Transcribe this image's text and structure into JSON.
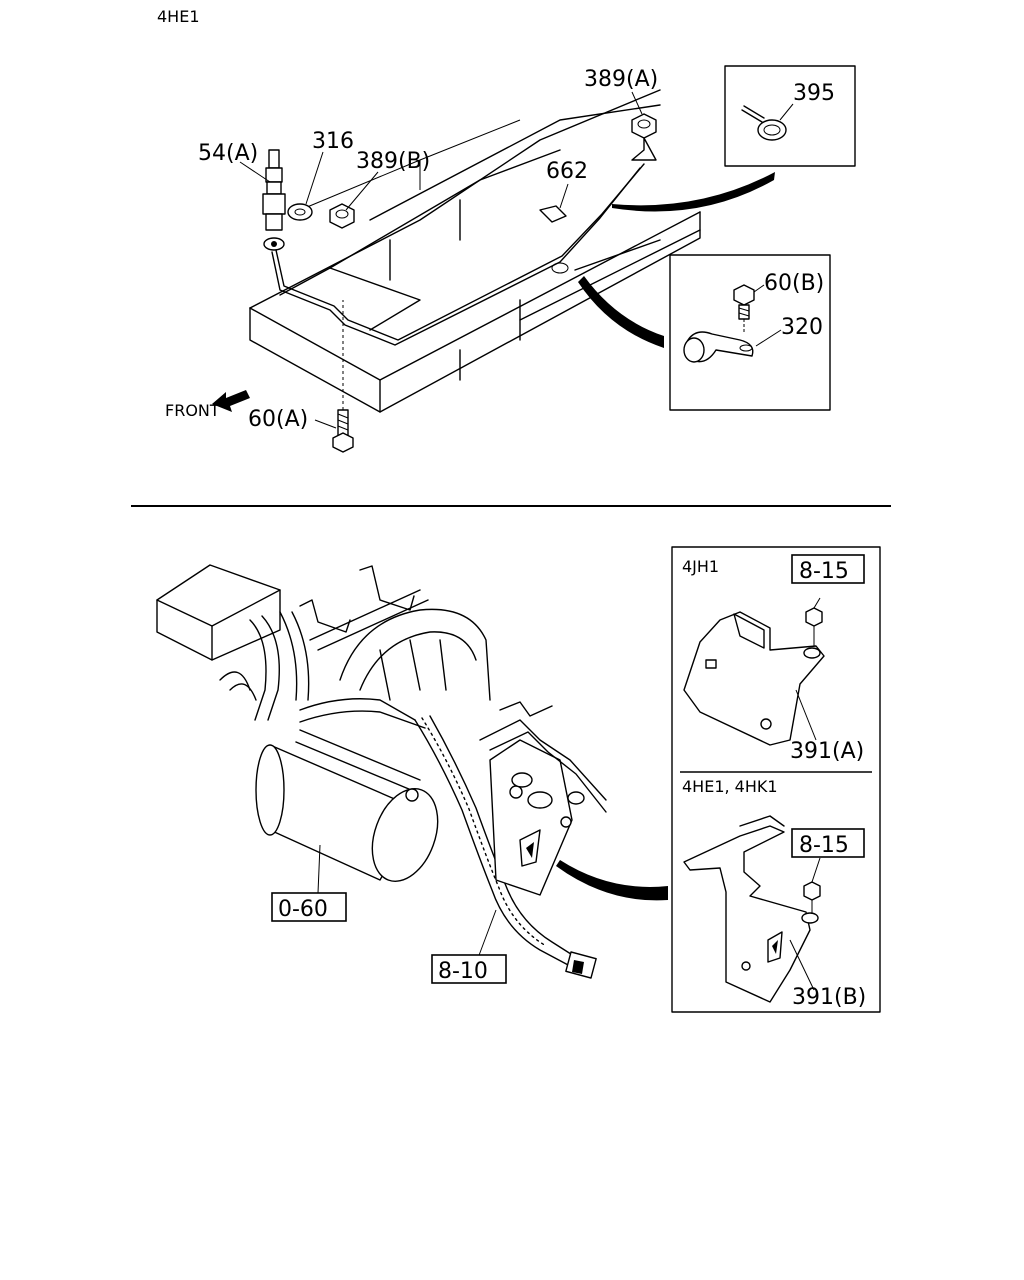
{
  "top_section": {
    "engine_code": "4HE1",
    "front_label": "FRONT",
    "callouts": {
      "c54a": "54(A)",
      "c316": "316",
      "c389b": "389(B)",
      "c389a": "389(A)",
      "c662": "662",
      "c60a": "60(A)",
      "c395": "395",
      "c60b": "60(B)",
      "c320": "320"
    }
  },
  "bottom_section": {
    "callouts": {
      "c060": "0-60",
      "c810": "8-10"
    },
    "inset_4jh1": {
      "engine_code": "4JH1",
      "ref": "8-15",
      "part": "391(A)"
    },
    "inset_4he1_4hk1": {
      "engine_code": "4HE1, 4HK1",
      "ref": "8-15",
      "part": "391(B)"
    }
  }
}
